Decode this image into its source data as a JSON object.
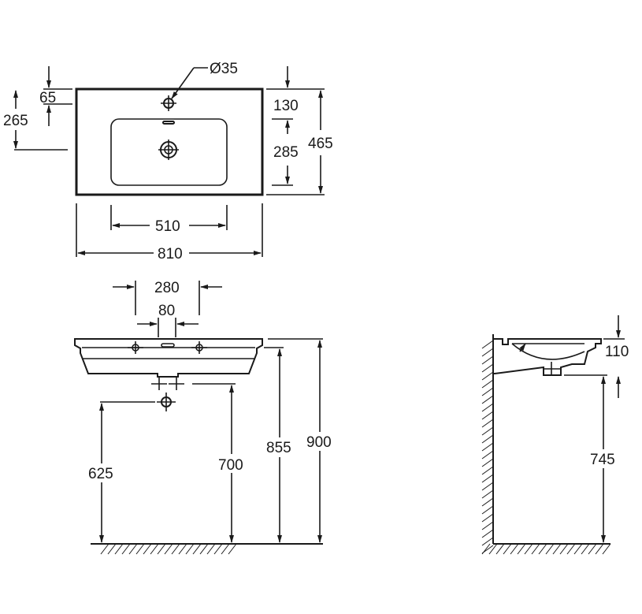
{
  "top_view": {
    "dims": {
      "d65": "65",
      "d265": "265",
      "hole": "Ø35",
      "d130": "130",
      "d285": "285",
      "d465": "465",
      "d510": "510",
      "d810": "810"
    }
  },
  "front_view": {
    "dims": {
      "d280": "280",
      "d80": "80",
      "d625": "625",
      "d700": "700",
      "d855": "855",
      "d900": "900"
    }
  },
  "side_view": {
    "dims": {
      "d110": "110",
      "d745": "745"
    }
  }
}
